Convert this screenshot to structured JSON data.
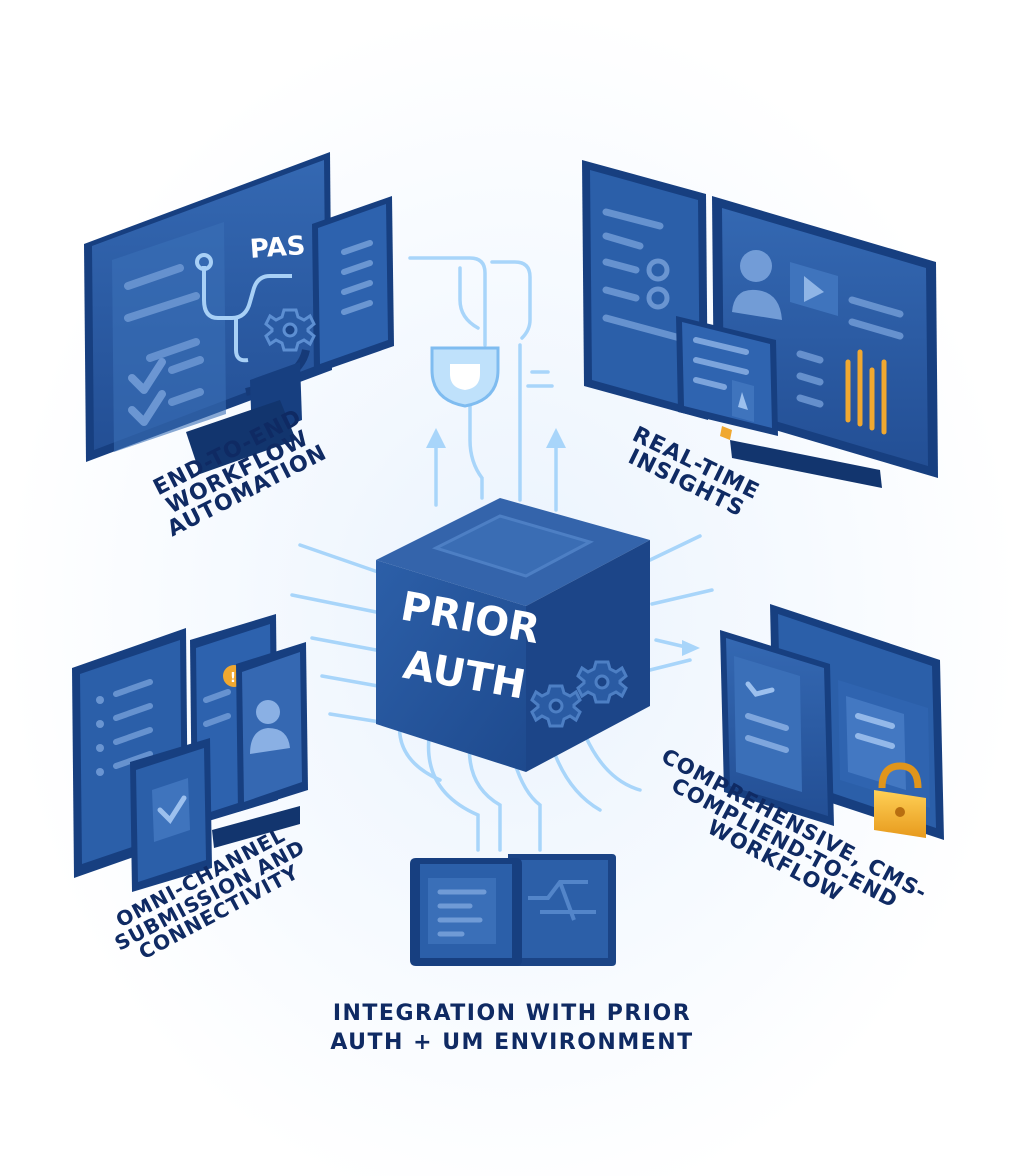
{
  "hub": {
    "line1": "PRIOR",
    "line2": "AUTH"
  },
  "workflow_screen": {
    "badge": "PAS"
  },
  "labels": {
    "e2e": [
      "END-TO-END",
      "WORKFLOW",
      "AUTOMATION"
    ],
    "realtime": [
      "REAL-TIME",
      "INSIGHTS"
    ],
    "omni": [
      "OMNI-CHANNEL",
      "SUBMISSION AND",
      "CONNECTIVITY"
    ],
    "compliance": [
      "COMPREHENSIVE, CMS-",
      "COMPLIEND-TO-END",
      "WORKFLOW"
    ],
    "integration": [
      "INTEGRATION WITH PRIOR",
      "AUTH + UM ENVIRONMENT"
    ]
  },
  "notification_badge": "!",
  "colors": {
    "navy": "#0f2a63",
    "screen_blue": "#2a5ea8",
    "screen_dark": "#1b4486",
    "connector": "#9fd0f8",
    "accent_orange": "#f0a830",
    "lock_gold": "#f2b233"
  },
  "icons": [
    "workflow-monitor",
    "analytics-monitor",
    "multi-device",
    "secure-document",
    "integration-device",
    "prior-auth-cube",
    "gear-icon",
    "lock-icon",
    "checkmark-icon",
    "user-icon",
    "play-icon",
    "bar-chart-icon",
    "plug-icon"
  ]
}
